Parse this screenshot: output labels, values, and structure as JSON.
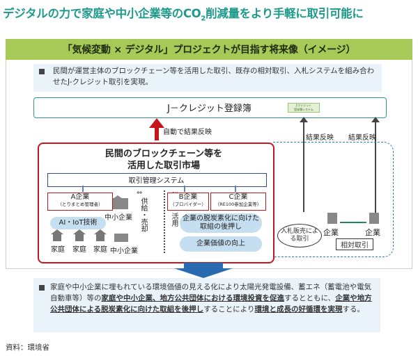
{
  "headline": {
    "prefix": "デジタルの力で家庭や中小企業等のCO",
    "sub": "2",
    "suffix": "削減量をより手軽に取引可能に"
  },
  "vision_bar": "「気候変動 × デジタル」プロジェクトが目指す将来像（イメージ）",
  "intro": "民間が運営主体のブロックチェーン等を活用した取引、既存の相対取引、入札システムを組み合わせたJ-クレジット取引を実現。",
  "registry": {
    "label": "J－クレジット登録簿",
    "icon_line1": "J-クレジット",
    "icon_line2": "登録簿システム"
  },
  "arrows": {
    "auto_reflect": "自動で結果反映",
    "reflect1": "結果反映",
    "reflect2": "結果反映"
  },
  "market": {
    "title_line1": "民間のブロックチェーン等を",
    "title_line2": "活用した取引市場",
    "system": "取引管理システム",
    "company_a": "A企業",
    "company_a_sub": "（とりまとめ管理者）",
    "company_b": "B企業",
    "company_b_sub": "（プロバイダー）",
    "company_c": "C企業",
    "company_c_sub": "（RE100参加企業等）",
    "supply_sell": "供給・売却",
    "buy_use": "購入・活用",
    "sme": "中小企業",
    "ai_iot": "AI・IoT技術",
    "home1": "家庭",
    "home2": "家庭",
    "home3": "家庭",
    "sme2": "中小企業",
    "oval1": "企業の脱炭素化に向けた取組の後押し",
    "oval2": "企業価値の向上"
  },
  "right": {
    "tender": "入札販売による取引",
    "company_left": "企業",
    "company_right": "企業",
    "bilateral": "相対取引"
  },
  "bottom": {
    "t1": "家庭や中小企業に埋もれている環境価値の見える化により太陽光発電設備、蓄エネ（蓄電池や電気自動車等）等の",
    "u1": "家庭や中小企業、地方公共団体における環境投資を促進",
    "t2": "するとともに、",
    "u2": "企業や地方公共団体による脱炭素化に向けた取組を後押し",
    "t3": "することにより",
    "u3": "環境と成長の好循環を実現",
    "t4": "する。"
  },
  "source": "資料：環境省",
  "colors": {
    "headline": "#1d9a8a",
    "green_bar": "#a6c957",
    "red": "#c4161c",
    "blue": "#2a6ab0",
    "light_blue": "#eaf3f9"
  }
}
